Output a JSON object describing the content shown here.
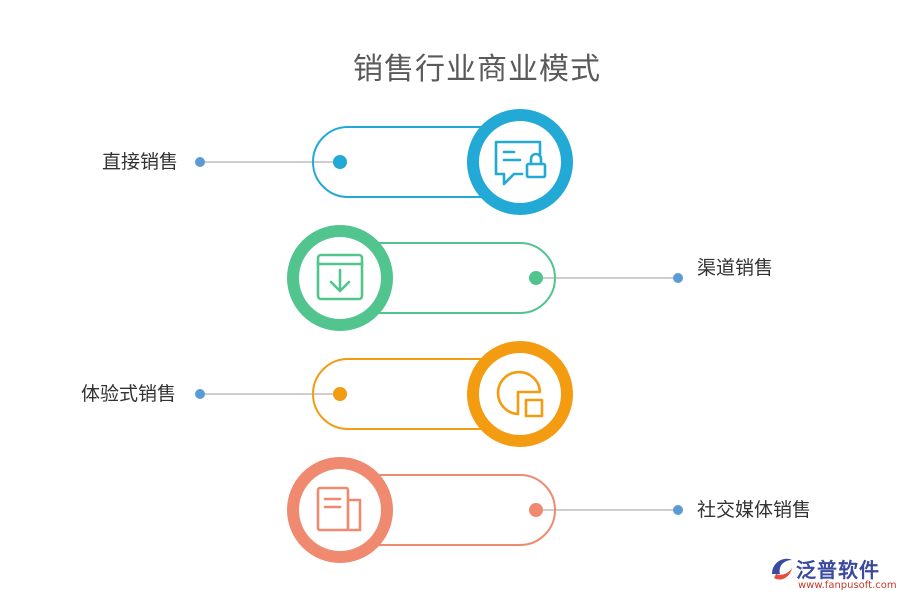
{
  "title": "销售行业商业模式",
  "items": [
    {
      "label": "直接销售",
      "icon": "chat-lock-icon",
      "color": "#22a9d6"
    },
    {
      "label": "渠道销售",
      "icon": "download-box-icon",
      "color": "#52c48e"
    },
    {
      "label": "体验式销售",
      "icon": "pie-chart-icon",
      "color": "#f39c12"
    },
    {
      "label": "社交媒体销售",
      "icon": "document-icon",
      "color": "#ef8a70"
    }
  ],
  "logo": {
    "name": "泛普软件",
    "url": "www.fanpusoft.com"
  }
}
